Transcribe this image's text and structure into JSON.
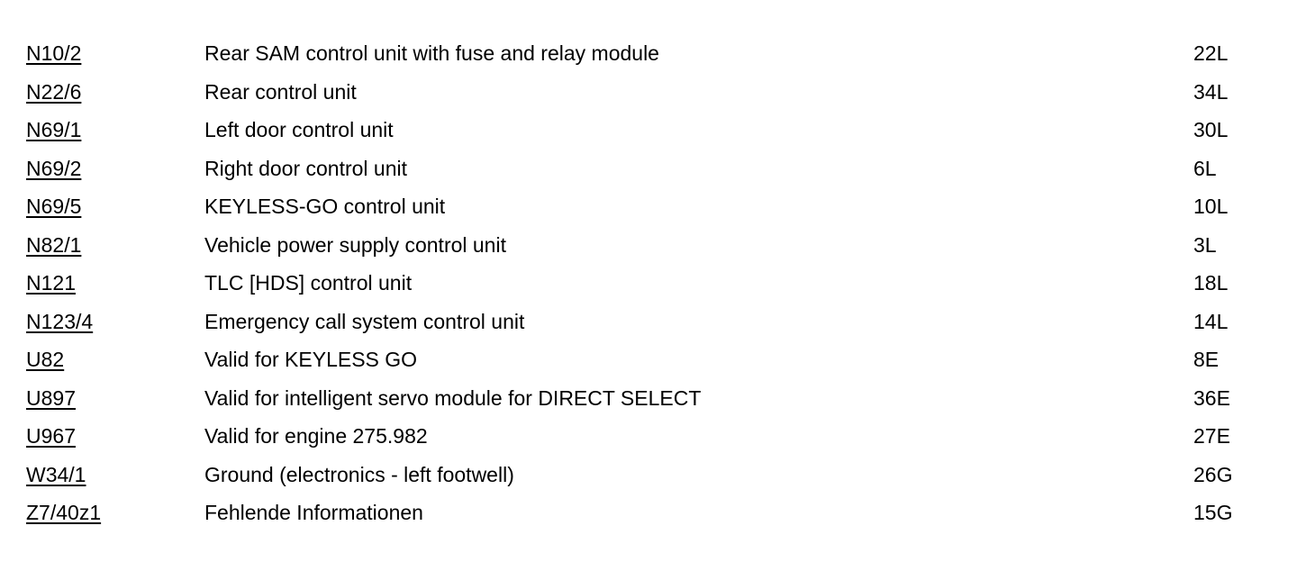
{
  "legend": {
    "rows": [
      {
        "code": "N10/2",
        "description": "Rear SAM control unit with fuse and relay module",
        "ref": "22L"
      },
      {
        "code": "N22/6",
        "description": "Rear control unit",
        "ref": "34L"
      },
      {
        "code": "N69/1",
        "description": "Left door control unit",
        "ref": "30L"
      },
      {
        "code": "N69/2",
        "description": "Right door control unit",
        "ref": "6L"
      },
      {
        "code": "N69/5",
        "description": "KEYLESS-GO control unit",
        "ref": "10L"
      },
      {
        "code": "N82/1",
        "description": "Vehicle power supply control unit",
        "ref": "3L"
      },
      {
        "code": "N121",
        "description": "TLC [HDS] control unit",
        "ref": "18L"
      },
      {
        "code": "N123/4",
        "description": "Emergency call system control unit",
        "ref": "14L"
      },
      {
        "code": "U82",
        "description": "Valid for KEYLESS GO",
        "ref": "8E"
      },
      {
        "code": "U897",
        "description": "Valid for intelligent servo module for DIRECT SELECT",
        "ref": "36E"
      },
      {
        "code": "U967",
        "description": "Valid for engine 275.982",
        "ref": "27E"
      },
      {
        "code": "W34/1",
        "description": "Ground (electronics - left footwell)",
        "ref": "26G"
      },
      {
        "code": "Z7/40z1",
        "description": "Fehlende Informationen",
        "ref": "15G"
      }
    ]
  }
}
